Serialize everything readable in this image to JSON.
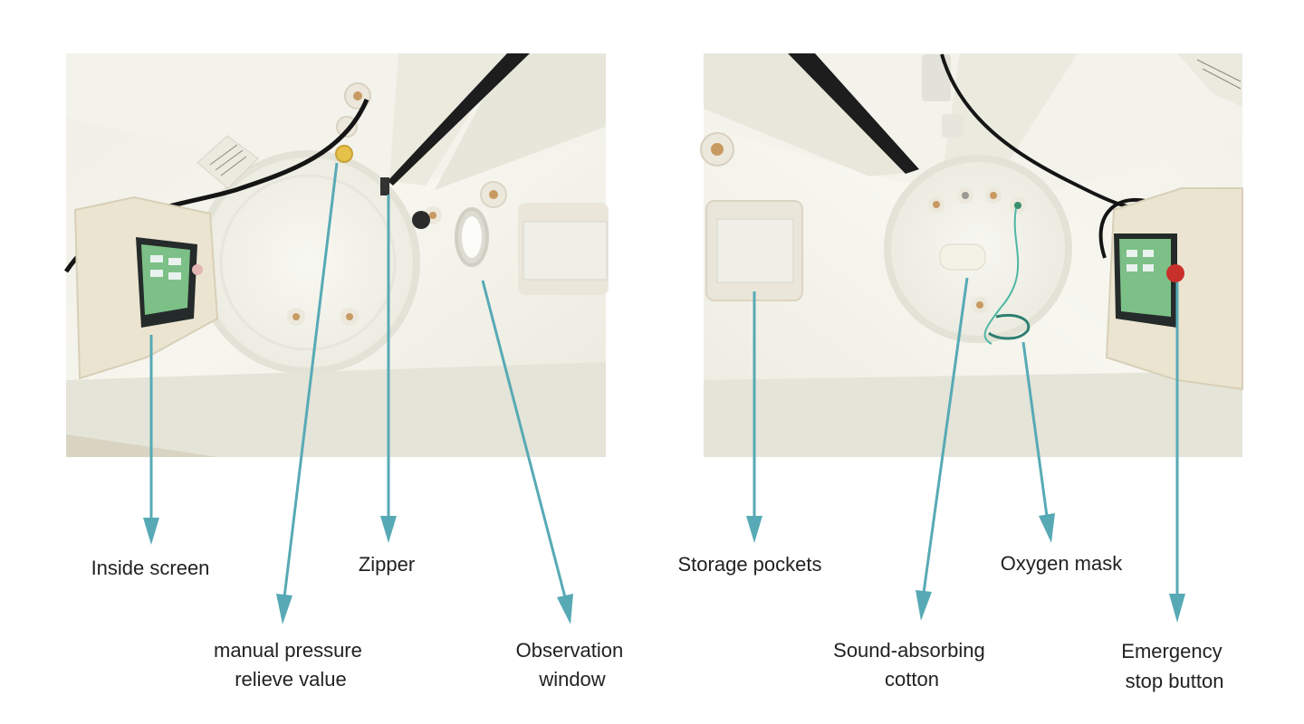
{
  "colors": {
    "arrow": "#57aab5",
    "background": "#ffffff",
    "text": "#222222"
  },
  "labels": {
    "inside_screen": [
      "Inside screen"
    ],
    "pressure_valve": [
      "manual pressure",
      "relieve value"
    ],
    "zipper": [
      "Zipper"
    ],
    "observation_window": [
      "Observation",
      "window"
    ],
    "storage_pockets": [
      "Storage pockets"
    ],
    "sound_cotton": [
      "Sound-absorbing",
      "cotton"
    ],
    "oxygen_mask": [
      "Oxygen mask"
    ],
    "emergency_stop": [
      "Emergency",
      "stop button"
    ]
  }
}
